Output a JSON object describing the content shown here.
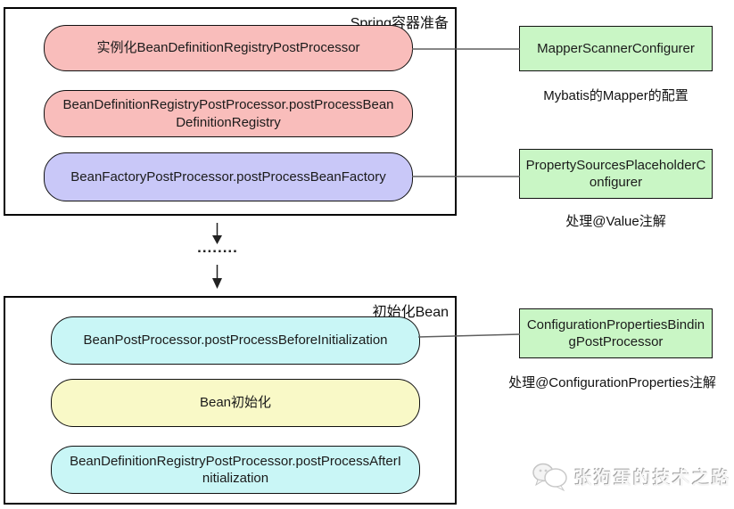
{
  "top_group": {
    "label": "Spring容器准备",
    "steps": [
      {
        "text": "实例化BeanDefinitionRegistryPostProcessor",
        "color": "#f9bdbb"
      },
      {
        "text": "BeanDefinitionRegistryPostProcessor.postProcessBeanDefinitionRegistry",
        "color": "#f9bdbb"
      },
      {
        "text": "BeanFactoryPostProcessor.postProcessBeanFactory",
        "color": "#c9c8f8"
      }
    ]
  },
  "ellipsis": "........",
  "bottom_group": {
    "label": "初始化Bean",
    "steps": [
      {
        "text": "BeanPostProcessor.postProcessBeforeInitialization",
        "color": "#c9f6f6"
      },
      {
        "text": "Bean初始化",
        "color": "#f9f9c7"
      },
      {
        "text": "BeanDefinitionRegistryPostProcessor.postProcessAfterInitialization",
        "color": "#c9f6f6"
      }
    ]
  },
  "annotations": [
    {
      "title": "MapperScannerConfigurer",
      "caption": "Mybatis的Mapper的配置",
      "color": "#c9f6c5"
    },
    {
      "title": "PropertySourcesPlaceholderConfigurer",
      "caption": "处理@Value注解",
      "color": "#c9f6c5"
    },
    {
      "title": "ConfigurationPropertiesBindingPostProcessor",
      "caption": "处理@ConfigurationProperties注解",
      "color": "#c9f6c5"
    }
  ],
  "watermark": {
    "text": "张狗蛋的技术之路"
  },
  "palette": {
    "pink": "#f9bdbb",
    "purple": "#c9c8f8",
    "green": "#c9f6c5",
    "cyan": "#c9f6f6",
    "yellow": "#f9f9c7",
    "box_border": "#111111",
    "connector": "#5f5f5f",
    "watermark_gray": "#9f9f9f"
  }
}
